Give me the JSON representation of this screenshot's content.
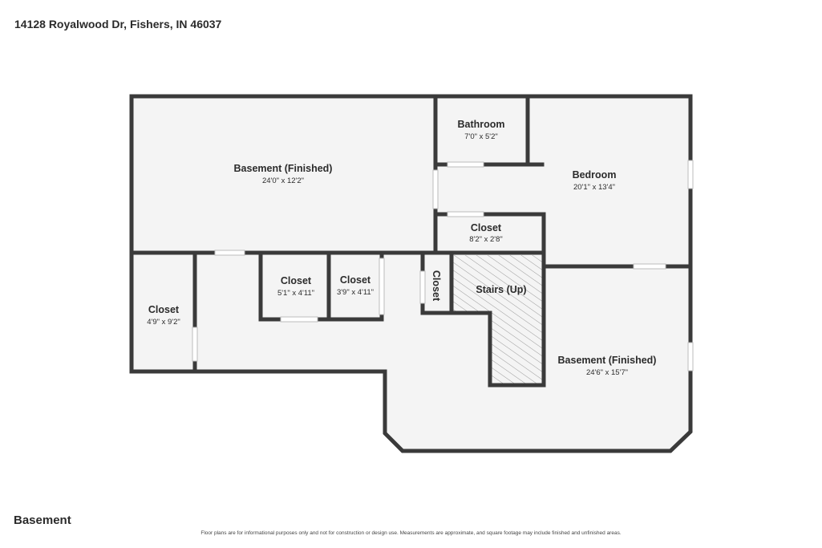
{
  "header": {
    "address": "14128 Royalwood Dr, Fishers, IN 46037"
  },
  "floor": {
    "name": "Basement"
  },
  "footer": {
    "disclaimer": "Floor plans are for informational purposes only and not for construction or design use. Measurements are approximate, and square footage may include finished and unfinished areas."
  },
  "rooms": {
    "basement_main": {
      "name": "Basement (Finished)",
      "dims": "24'0\" x 12'2\""
    },
    "bathroom": {
      "name": "Bathroom",
      "dims": "7'0\" x 5'2\""
    },
    "bedroom": {
      "name": "Bedroom",
      "dims": "20'1\" x 13'4\""
    },
    "closet_upper": {
      "name": "Closet",
      "dims": "8'2\" x 2'8\""
    },
    "closet_left": {
      "name": "Closet",
      "dims": "4'9\" x 9'2\""
    },
    "closet_mid1": {
      "name": "Closet",
      "dims": "5'1\" x 4'11\""
    },
    "closet_mid2": {
      "name": "Closet",
      "dims": "3'9\" x 4'11\""
    },
    "closet_small": {
      "name": "Closet"
    },
    "stairs": {
      "name": "Stairs (Up)"
    },
    "basement_lower": {
      "name": "Basement (Finished)",
      "dims": "24'6\" x 15'7\""
    }
  },
  "colors": {
    "wall": "#3a3a3a",
    "floor": "#f4f4f4",
    "background": "#ffffff"
  }
}
